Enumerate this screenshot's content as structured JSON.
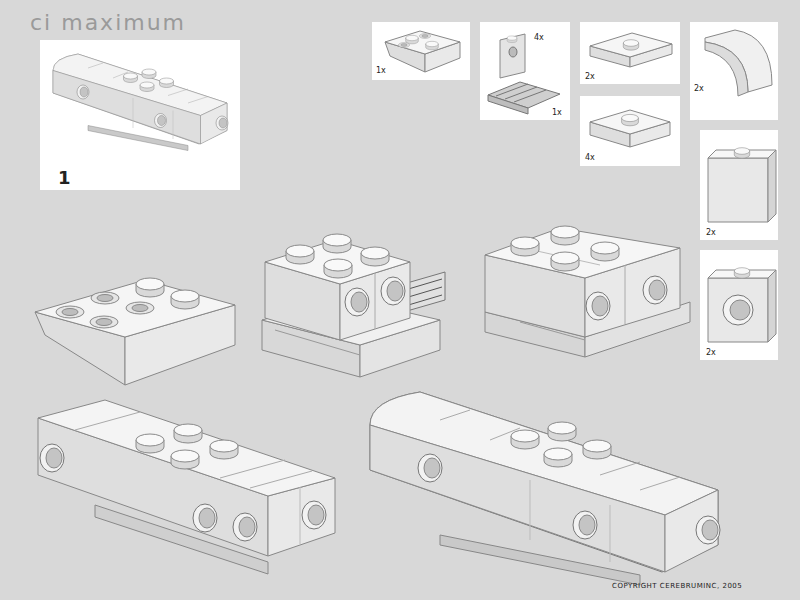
{
  "diagram": {
    "title": "ci maximum",
    "nodes": [
      {
        "text": [
          "1"
        ]
      },
      {
        "text": [
          "1x"
        ]
      },
      {
        "text": [
          "4x",
          "1x"
        ]
      },
      {
        "text": [
          "2x"
        ]
      },
      {
        "text": [
          "2x"
        ]
      },
      {
        "text": [
          "4x"
        ]
      },
      {
        "text": [
          "2x"
        ]
      },
      {
        "text": [
          "2x"
        ]
      }
    ],
    "labels": [
      "COPYRIGHT CEREBRUMINC, 2005"
    ]
  }
}
